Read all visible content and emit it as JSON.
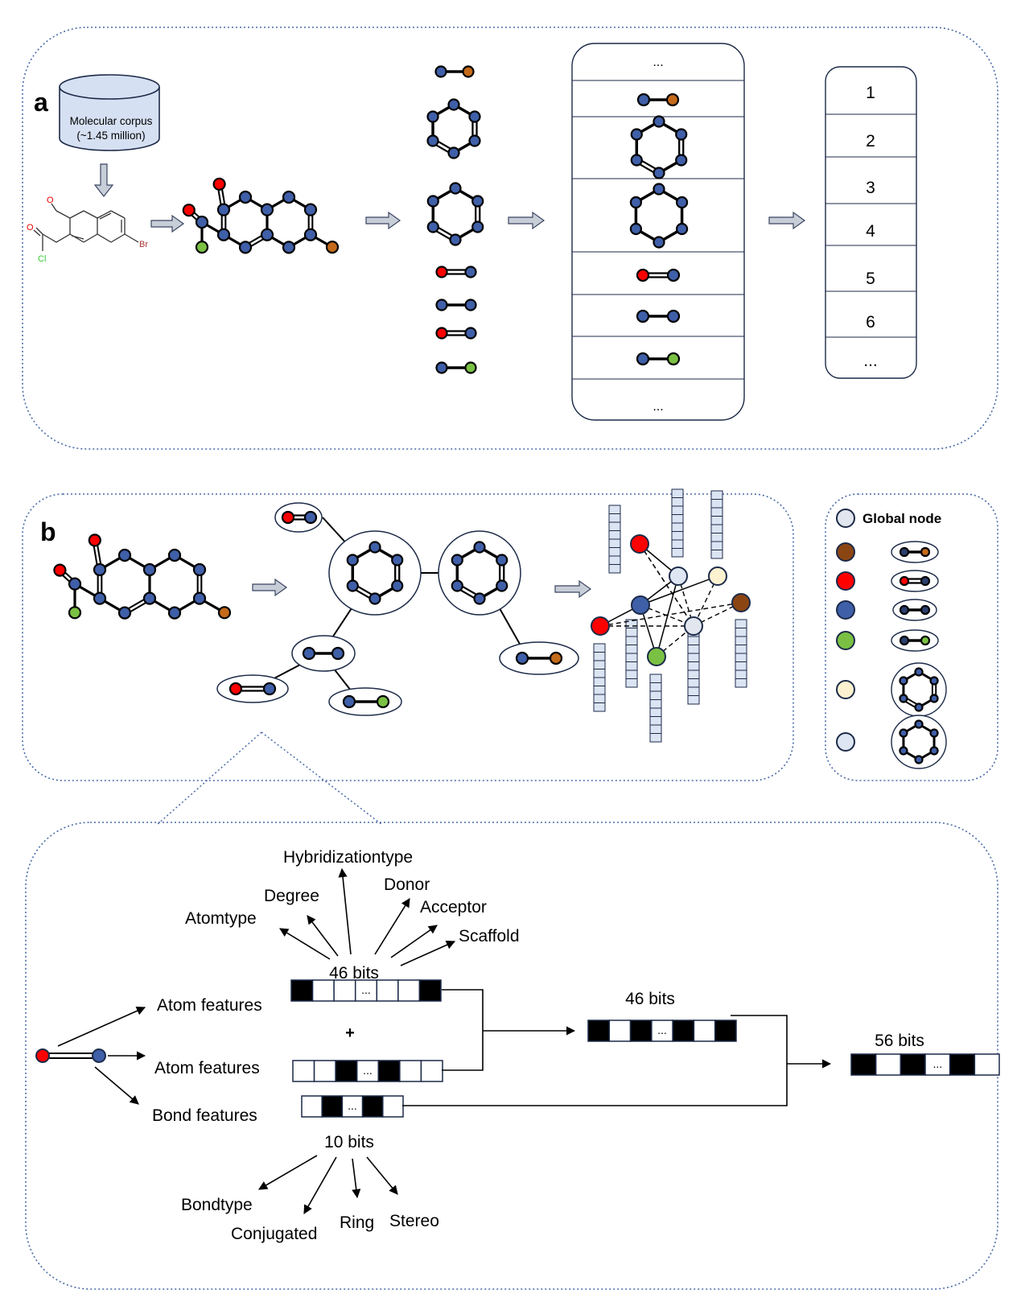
{
  "panel_a": {
    "label": "a",
    "corpus_line1": "Molecular corpus",
    "corpus_line2": "(~1.45 million)",
    "mol_labels": {
      "o1": "O",
      "o2": "O",
      "cl": "Cl",
      "br": "Br"
    },
    "vocab_top": "...",
    "vocab_bottom": "...",
    "index_items": [
      "1",
      "2",
      "3",
      "4",
      "5",
      "6",
      "..."
    ]
  },
  "panel_b": {
    "label": "b",
    "legend_title": "Global node",
    "colors": {
      "blue": "#3f5fa8",
      "red": "#ff0000",
      "brown": "#8b4513",
      "orange": "#c46a1a",
      "green": "#7ac143",
      "cream": "#fdf2d0",
      "pale": "#dde6f2",
      "cell": "#dbe4f3"
    }
  },
  "features": {
    "atom_bits_label": "46 bits",
    "atom_feature_names": [
      "Atomtype",
      "Degree",
      "Hybridizationtype",
      "Donor",
      "Acceptor",
      "Scaffold"
    ],
    "atom_features_label_1": "Atom features",
    "plus": "+",
    "atom_features_label_2": "Atom features",
    "bond_features_label": "Bond features",
    "bond_bits_label": "10 bits",
    "bond_feature_names": [
      "Bondtype",
      "Conjugated",
      "Ring",
      "Stereo"
    ],
    "sum_bits_label": "46 bits",
    "concat_bits_label": "56 bits",
    "ellipsis": "..."
  }
}
